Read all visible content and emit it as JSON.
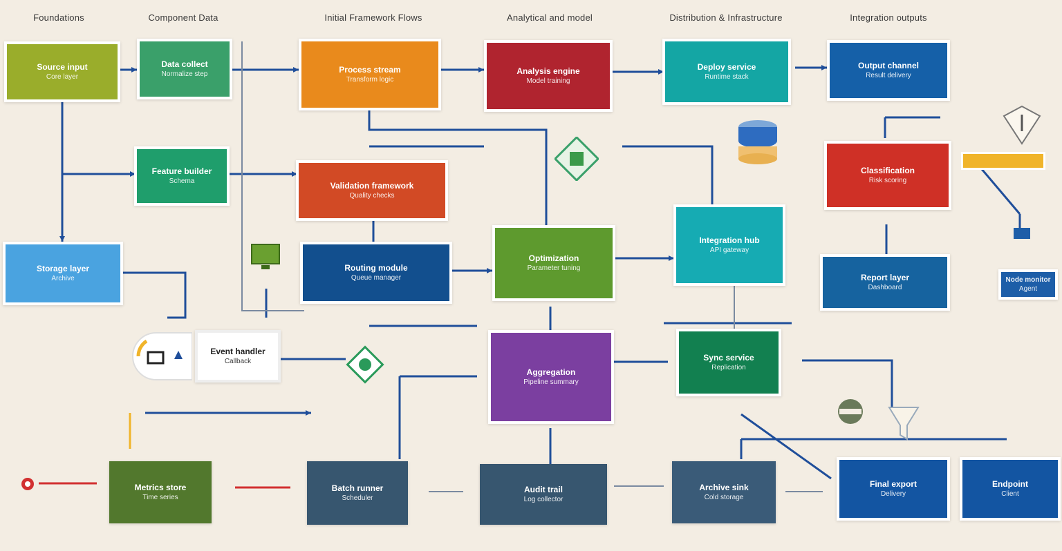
{
  "headers": [
    {
      "text": "Foundations",
      "color": "#3a3a3a"
    },
    {
      "text": "Component Data",
      "color": "#3a3a3a"
    },
    {
      "text": "Initial Framework Flows",
      "color": "#3a3a3a"
    },
    {
      "text": "Analytical and model",
      "color": "#3a3a3a"
    },
    {
      "text": "Distribution & Infrastructure",
      "color": "#3a3a3a"
    },
    {
      "text": "Integration outputs",
      "color": "#3a3a3a"
    }
  ],
  "nodes": {
    "n1": {
      "title": "Source input",
      "sub": "Core layer",
      "color": "#9aad2b"
    },
    "n2": {
      "title": "Data collect",
      "sub": "Normalize step",
      "color": "#3aa06a"
    },
    "n3": {
      "title": "Process stream",
      "sub": "Transform logic",
      "color": "#e98a1c"
    },
    "n4": {
      "title": "Analysis engine",
      "sub": "Model training",
      "color": "#b0242f"
    },
    "n5": {
      "title": "Deploy service",
      "sub": "Runtime stack",
      "color": "#14a6a4"
    },
    "n6": {
      "title": "Output channel",
      "sub": "Result delivery",
      "color": "#1560a8"
    },
    "n7": {
      "title": "Feature builder",
      "sub": "Schema",
      "color": "#1f9e6c"
    },
    "n8": {
      "title": "Validation framework",
      "sub": "Quality checks",
      "color": "#d24a25"
    },
    "n9": {
      "title": "Classification",
      "sub": "Risk scoring",
      "color": "#cf3026"
    },
    "n10": {
      "title": "Storage layer",
      "sub": "Archive",
      "color": "#4aa3e0"
    },
    "n11": {
      "title": "Routing module",
      "sub": "Queue manager",
      "color": "#124f8e"
    },
    "n12": {
      "title": "Optimization",
      "sub": "Parameter tuning",
      "color": "#5e9a2e"
    },
    "n13": {
      "title": "Integration hub",
      "sub": "API gateway",
      "color": "#16abb3"
    },
    "n14": {
      "title": "Report layer",
      "sub": "Dashboard",
      "color": "#16639f"
    },
    "n15": {
      "title": "Node monitor",
      "sub": "Agent",
      "color": "#1d5ea8"
    },
    "n16": {
      "title": "Event handler",
      "sub": "Callback",
      "color": "#ffffff"
    },
    "n17": {
      "title": "Aggregation",
      "sub": "Pipeline summary",
      "color": "#7b3fa0"
    },
    "n18": {
      "title": "Sync service",
      "sub": "Replication",
      "color": "#128050"
    },
    "n19": {
      "title": "Metrics store",
      "sub": "Time series",
      "color": "#52782d"
    },
    "n20": {
      "title": "Batch runner",
      "sub": "Scheduler",
      "color": "#37566f"
    },
    "n21": {
      "title": "Audit trail",
      "sub": "Log collector",
      "color": "#37566f"
    },
    "n22": {
      "title": "Archive sink",
      "sub": "Cold storage",
      "color": "#3a5b78"
    },
    "n23": {
      "title": "Final export",
      "sub": "Delivery",
      "color": "#1355a2"
    },
    "n24": {
      "title": "Endpoint",
      "sub": "Client",
      "color": "#1355a2"
    }
  },
  "icons": [
    {
      "name": "chip-icon"
    },
    {
      "name": "database-icon"
    },
    {
      "name": "shield-icon"
    },
    {
      "name": "monitor-icon"
    },
    {
      "name": "diamond-node-icon"
    },
    {
      "name": "location-pin-icon"
    },
    {
      "name": "gear-icon"
    },
    {
      "name": "funnel-icon"
    },
    {
      "name": "small-box-icon"
    },
    {
      "name": "warning-bar-icon"
    }
  ],
  "colors": {
    "wire": "#1f4e9a",
    "wire_alt": "#2a8a8a",
    "accent_red": "#d23030",
    "accent_yellow": "#f0b42a"
  }
}
